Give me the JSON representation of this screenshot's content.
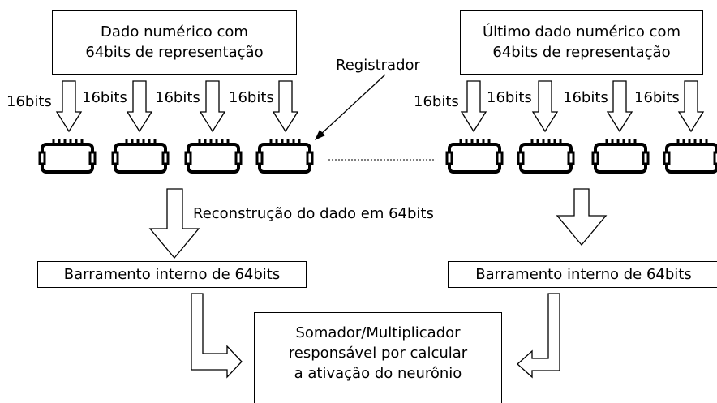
{
  "left_source_box": {
    "line1": "Dado numérico com",
    "line2": "64bits de representação"
  },
  "right_source_box": {
    "line1": "Último dado numérico com",
    "line2": "64bits de representação"
  },
  "register_label": "Registrador",
  "left_bit_labels": [
    "16bits",
    "16bits",
    "16bits",
    "16bits"
  ],
  "right_bit_labels": [
    "16bits",
    "16bits",
    "16bits",
    "16bits"
  ],
  "reconstruction_label": "Reconstrução do dado em 64bits",
  "left_bus": {
    "label": "Barramento interno de 64bits"
  },
  "right_bus": {
    "label": "Barramento interno de 64bits"
  },
  "adder_box": {
    "line1": "Somador/Multiplicador",
    "line2": "responsável por calcular",
    "line3": "a ativação do neurônio"
  }
}
